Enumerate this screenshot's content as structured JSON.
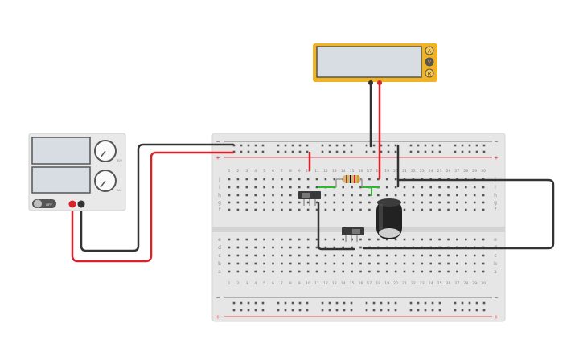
{
  "power_supply": {
    "toggle_label": "OFF",
    "knob_top_label": "30V",
    "knob_bottom_label": "5A"
  },
  "multimeter": {
    "mode_amps": "A",
    "mode_volts": "V",
    "mode_ohms": "R"
  },
  "breadboard": {
    "columns": [
      "1",
      "2",
      "3",
      "4",
      "5",
      "6",
      "7",
      "8",
      "9",
      "10",
      "11",
      "12",
      "13",
      "14",
      "15",
      "16",
      "17",
      "18",
      "19",
      "20",
      "21",
      "22",
      "23",
      "24",
      "25",
      "26",
      "27",
      "28",
      "29",
      "30"
    ],
    "rows_top": [
      "j",
      "i",
      "h",
      "g",
      "f"
    ],
    "rows_bottom": [
      "e",
      "d",
      "c",
      "b",
      "a"
    ],
    "rail_plus": "+",
    "rail_minus": "−"
  },
  "colors": {
    "wire_red": "#d9232a",
    "wire_black": "#333333",
    "board": "#e6e6e6",
    "multimeter_body": "#f0b323",
    "lcd": "#d7dde3"
  }
}
